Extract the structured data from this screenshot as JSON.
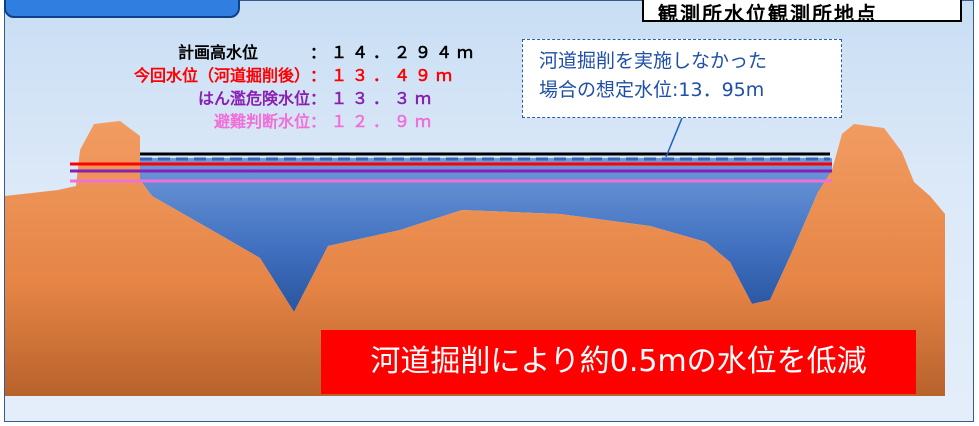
{
  "header": {
    "right_box_text": "観測所水位観測所地点"
  },
  "water_levels": [
    {
      "label": "計画高水位",
      "value": "：１４．２９４ｍ",
      "color": "#000000"
    },
    {
      "label": "今回水位（河道掘削後）",
      "value": "：１３．４９ｍ",
      "color": "#ff0000"
    },
    {
      "label": "はん濫危険水位",
      "value": "：１３．３ｍ",
      "color": "#8a1fb3"
    },
    {
      "label": "避難判断水位",
      "value": "：１２．９ｍ",
      "color": "#f06fd8"
    }
  ],
  "callout": {
    "line1": "河道掘削を実施しなかった",
    "line2": "場合の想定水位:13．95m"
  },
  "banner": {
    "text": "河道掘削により約0.5mの水位を低減"
  },
  "colors": {
    "ground": "#e8874a",
    "water": "#4f7cc7",
    "sky": "#d6e6f7",
    "dashed_line": "#3a66b8"
  }
}
